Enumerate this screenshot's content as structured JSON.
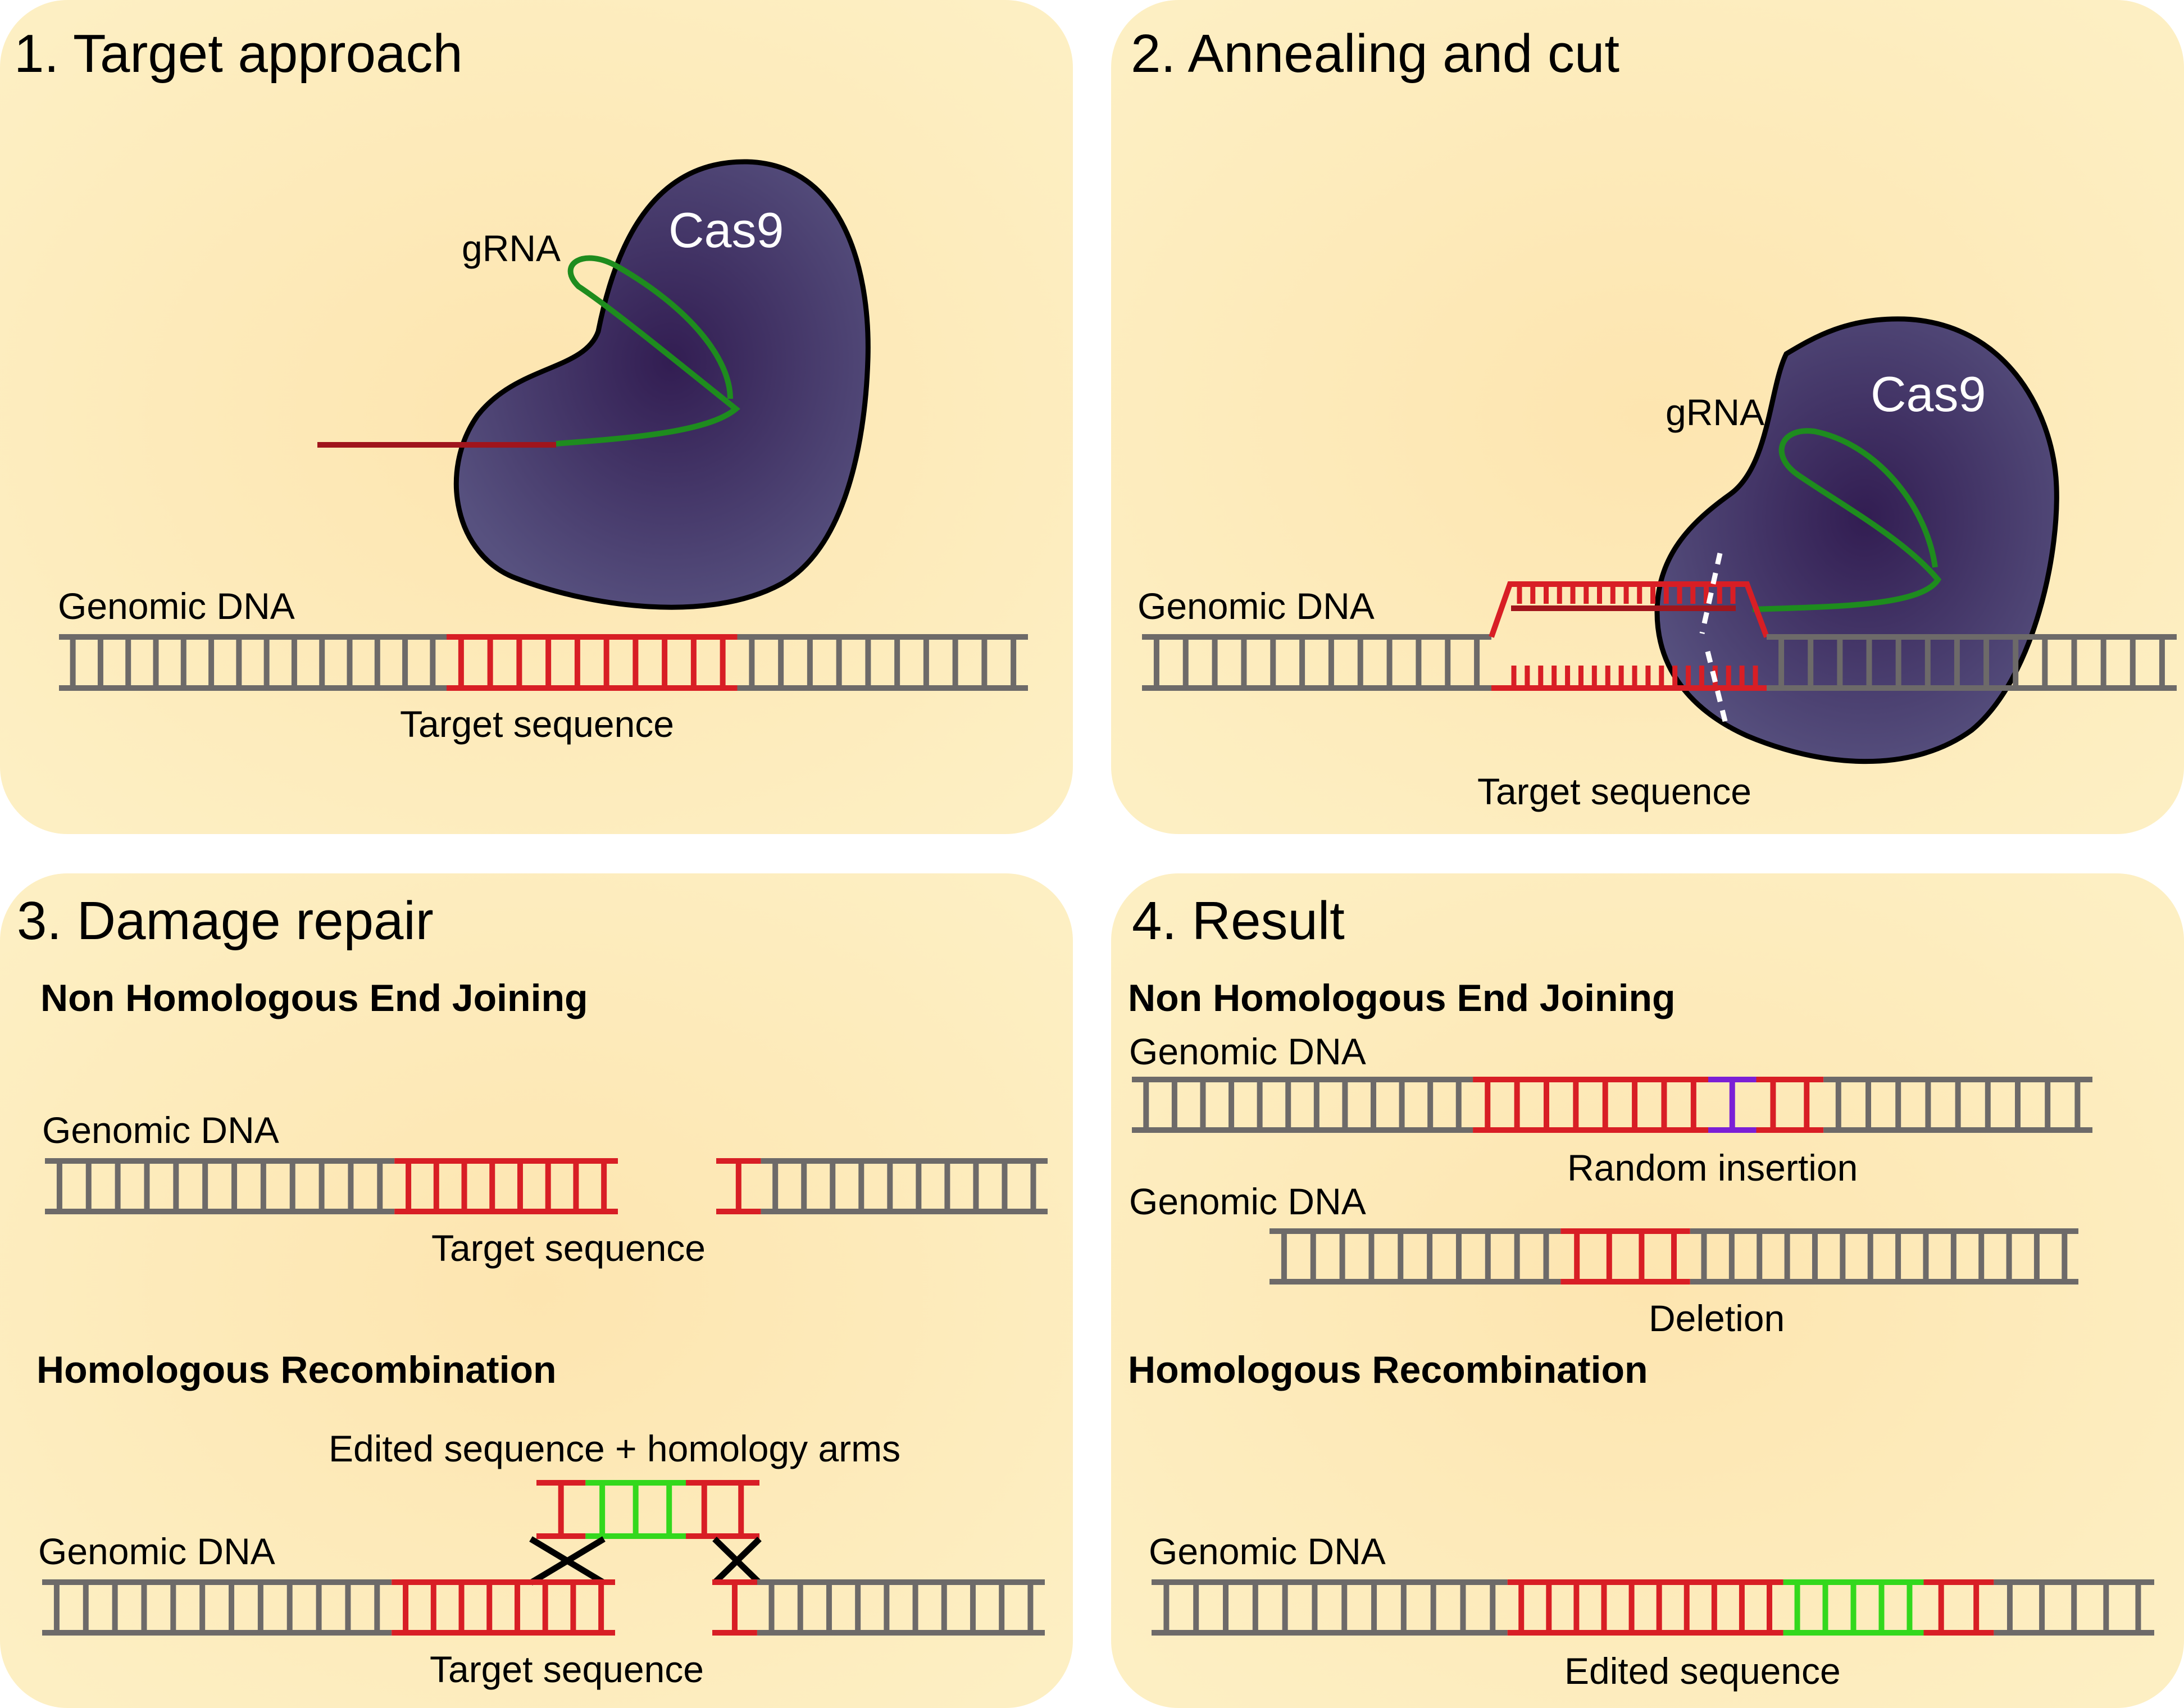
{
  "colors": {
    "panel": "#fdefc3",
    "panel_center": "#fde5b0",
    "dna": "#6d6a69",
    "target": "#d81e25",
    "edited": "#33d81d",
    "insertion": "#7b1fd6",
    "grna": "#1e8c1e",
    "grna_tail": "#a0151c",
    "cas9_center": "#321d52",
    "cas9_edge": "#57517f",
    "cut_line": "#ffffff"
  },
  "panels": {
    "p1": {
      "title": "1. Target approach",
      "cas9": "Cas9",
      "grna": "gRNA",
      "genomic": "Genomic DNA",
      "target": "Target sequence"
    },
    "p2": {
      "title": "2. Annealing and cut",
      "cas9": "Cas9",
      "grna": "gRNA",
      "genomic": "Genomic DNA",
      "target": "Target sequence"
    },
    "p3": {
      "title": "3. Damage repair",
      "nhej": {
        "heading": "Non Homologous End Joining",
        "genomic": "Genomic DNA",
        "target": "Target sequence"
      },
      "hr": {
        "heading": "Homologous Recombination",
        "donor": "Edited sequence + homology arms",
        "genomic": "Genomic DNA",
        "target": "Target sequence"
      }
    },
    "p4": {
      "title": "4. Result",
      "nhej": {
        "heading": "Non Homologous End Joining",
        "genomic_1": "Genomic DNA",
        "insertion": "Random insertion",
        "genomic_2": "Genomic DNA",
        "deletion": "Deletion"
      },
      "hr": {
        "heading": "Homologous Recombination",
        "genomic": "Genomic DNA",
        "edited": "Edited sequence"
      }
    }
  }
}
